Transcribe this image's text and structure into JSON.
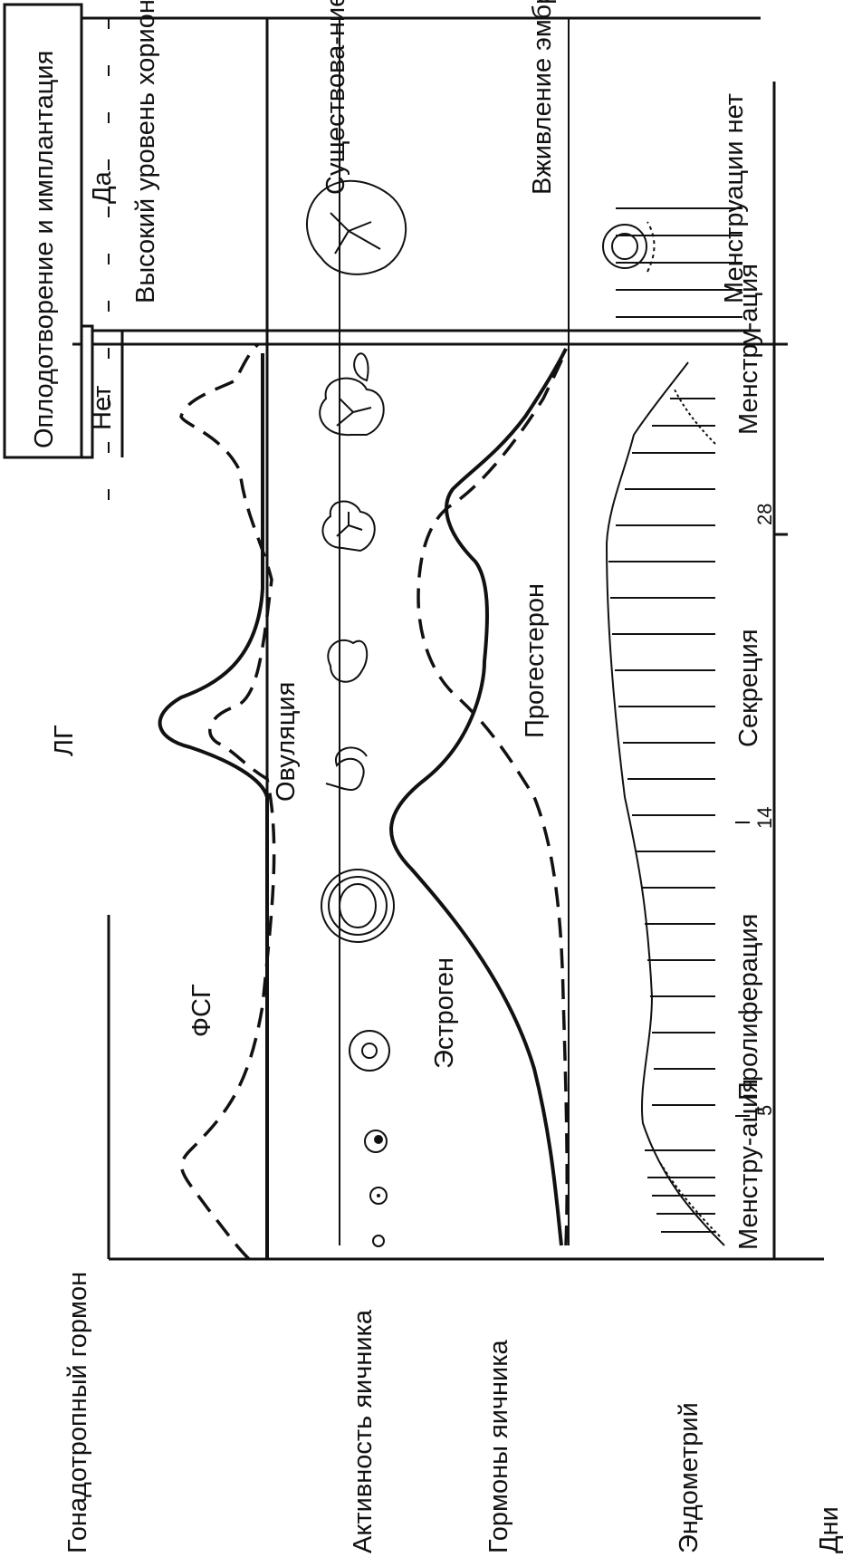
{
  "rows": {
    "gonadotropic": "Гонадотропный гормон",
    "ovary_activity": "Активность яичника",
    "ovary_hormones": "Гормоны яичника",
    "endometrium": "Эндометрий",
    "days": "Дни"
  },
  "curves": {
    "lh": "ЛГ",
    "fsh": "ФСГ",
    "ovulation": "Овуляция",
    "estrogen": "Эстроген",
    "progesterone": "Прогестерон"
  },
  "phases": {
    "menstruation_start": "Менстру-ация",
    "proliferation": "Пролиферация",
    "secretion": "Секреция",
    "menstruation_end": "Менстру-ация"
  },
  "days": {
    "d5": "5",
    "d14": "14",
    "d28": "28"
  },
  "fertilization": {
    "header": "Оплодотворение и имплантация",
    "no": "Нет",
    "yes": "Да",
    "hcg": "Высокий уровень хорионического гонадотропина",
    "corpus_luteum": "Существова-ние желтого тела",
    "embryo": "Вживление эмбриона в децидуаль-ную оболочку",
    "no_menstruation": "Менструации нет"
  }
}
